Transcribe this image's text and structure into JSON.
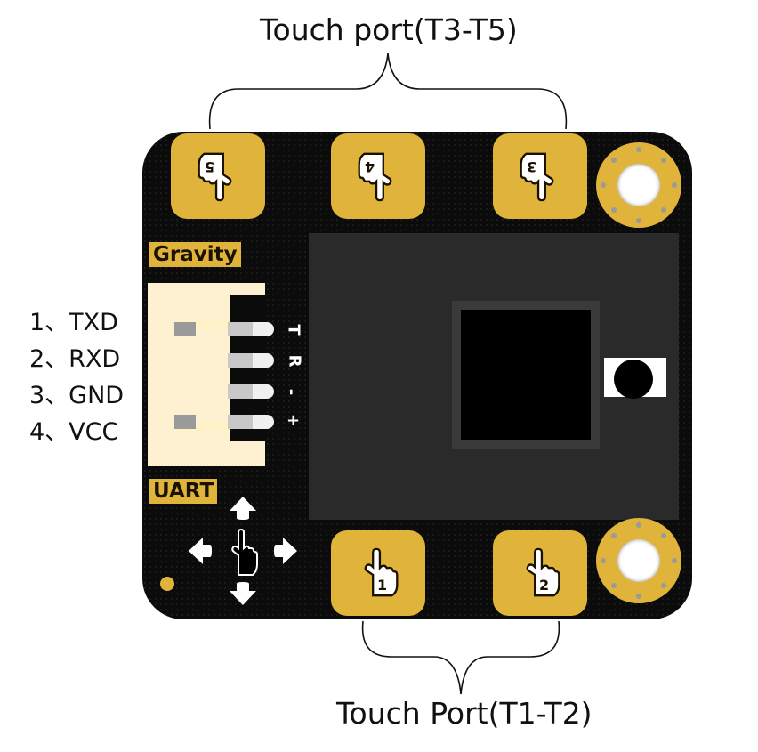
{
  "titles": {
    "top": "Touch port(T3-T5)",
    "bottom": "Touch Port(T1-T2)"
  },
  "pins": [
    {
      "label": "1、TXD",
      "mark": "T"
    },
    {
      "label": "2、RXD",
      "mark": "R"
    },
    {
      "label": "3、GND",
      "mark": "-"
    },
    {
      "label": "4、VCC",
      "mark": "+"
    }
  ],
  "silkscreen": {
    "gravity": "Gravity",
    "uart": "UART"
  },
  "pads": [
    {
      "num": "5",
      "icon": "touch-hand-icon"
    },
    {
      "num": "4",
      "icon": "touch-hand-icon"
    },
    {
      "num": "3",
      "icon": "touch-hand-icon"
    },
    {
      "num": "1",
      "icon": "touch-hand-icon"
    },
    {
      "num": "2",
      "icon": "touch-hand-icon"
    }
  ],
  "colors": {
    "board": "#0b0b0b",
    "gold": "#e0b33b",
    "connector": "#fdf1d2"
  }
}
